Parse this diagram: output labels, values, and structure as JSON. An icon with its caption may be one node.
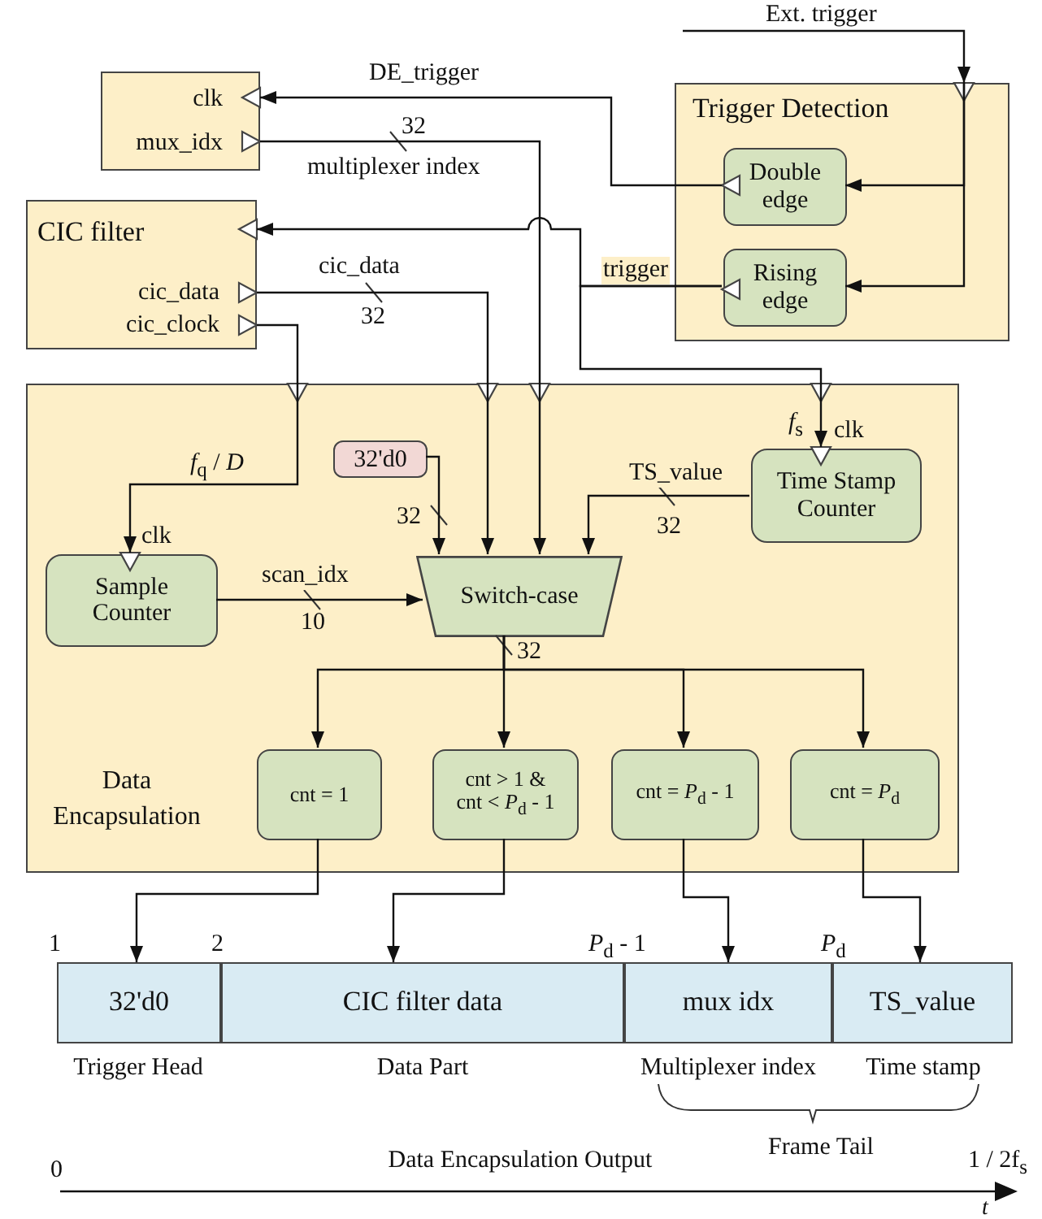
{
  "diagram": {
    "nodes": [
      {
        "text": [
          "clk",
          "mux_idx"
        ]
      },
      {
        "text": [
          "CIC filter",
          "cic_data",
          "cic_clock"
        ]
      },
      {
        "text": [
          "Trigger Detection"
        ]
      },
      {
        "text": [
          "Double edge"
        ],
        "in": 2
      },
      {
        "text": [
          "Rising edge"
        ],
        "in": 2
      },
      {
        "text": [
          "Data Encapsulation"
        ]
      },
      {
        "text": [
          "32'd0"
        ],
        "in": 5
      },
      {
        "text": [
          "Time Stamp Counter"
        ],
        "in": 5,
        "beside": [
          "clk"
        ]
      },
      {
        "text": [
          "Sample Counter"
        ],
        "in": 5,
        "beside": [
          "clk"
        ]
      },
      {
        "text": [
          "Switch-case"
        ],
        "in": 5
      },
      {
        "text": [
          "cnt = 1"
        ],
        "in": 5
      },
      {
        "text": [
          "cnt > 1 & cnt < *P*$_{d}$ - 1"
        ],
        "in": 5
      },
      {
        "text": [
          "cnt = *P*$_{d}$ - 1"
        ],
        "in": 5
      },
      {
        "text": [
          "cnt = *P*$_{d}$"
        ],
        "in": 5
      },
      {
        "text": [
          "32'd0"
        ],
        "beside": [
          "Trigger Head"
        ]
      },
      {
        "text": [
          "CIC filter data"
        ],
        "beside": [
          "Data Part"
        ]
      },
      {
        "text": [
          "mux idx"
        ],
        "beside": [
          "Multiplexer index"
        ]
      },
      {
        "text": [
          "TS_value"
        ],
        "beside": [
          "Time stamp"
        ]
      }
    ],
    "edges": [
      {
        "from": null,
        "to": 2,
        "arrow": "to",
        "label": "Ext. trigger"
      },
      {
        "from": 2,
        "to": 3,
        "arrow": "to"
      },
      {
        "from": 2,
        "to": 4,
        "arrow": "to"
      },
      {
        "from": 3,
        "to": 0,
        "arrow": "to",
        "label": "DE_trigger"
      },
      {
        "from": 0,
        "to": 9,
        "arrow": "to",
        "label": "multiplexer index"
      },
      {
        "from": 4,
        "to": 1,
        "arrow": "to",
        "label": "trigger"
      },
      {
        "from": 4,
        "to": 7,
        "arrow": "to",
        "label": "*f*$_{s}$"
      },
      {
        "from": 1,
        "to": 9,
        "arrow": "to",
        "label": "cic_data"
      },
      {
        "from": 1,
        "to": 8,
        "arrow": "to",
        "label": "*f*$_{q}$ / *D*"
      },
      {
        "from": 6,
        "to": 9,
        "arrow": "to"
      },
      {
        "from": 7,
        "to": 9,
        "arrow": "to",
        "label": "TS_value"
      },
      {
        "from": 8,
        "to": 9,
        "arrow": "to",
        "label": "scan_idx"
      },
      {
        "from": 9,
        "to": 10,
        "arrow": "to"
      },
      {
        "from": 9,
        "to": 11,
        "arrow": "to"
      },
      {
        "from": 9,
        "to": 12,
        "arrow": "to"
      },
      {
        "from": 9,
        "to": 13,
        "arrow": "to"
      },
      {
        "from": 10,
        "to": 14,
        "arrow": "to"
      },
      {
        "from": 11,
        "to": 15,
        "arrow": "to"
      },
      {
        "from": 12,
        "to": 16,
        "arrow": "to"
      },
      {
        "from": 13,
        "to": 17,
        "arrow": "to"
      }
    ],
    "labels": [
      "32",
      "32",
      "32",
      "32",
      "10",
      "32",
      "1",
      "2",
      "*P*$_{d}$ - 1",
      "*P*$_{d}$",
      "Frame Tail",
      "0",
      "Data Encapsulation Output",
      "1 / 2f$_{s}$",
      "*t*"
    ]
  }
}
